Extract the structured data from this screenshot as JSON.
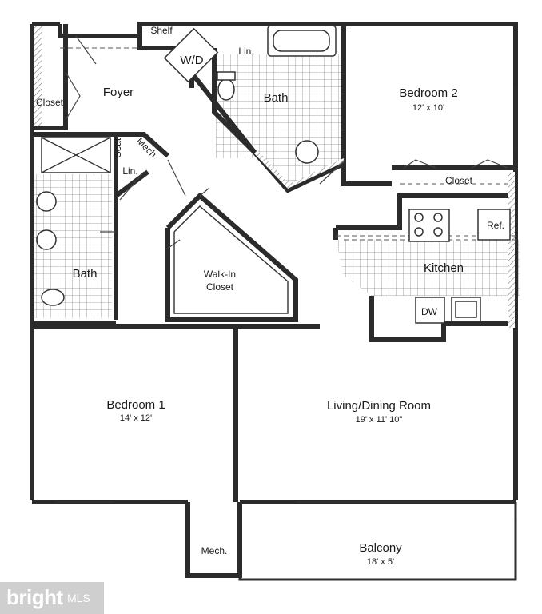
{
  "rooms": {
    "foyer": {
      "label": "Foyer"
    },
    "closet_foyer": {
      "label": "Closet"
    },
    "shelf": {
      "label": "Shelf"
    },
    "washer_dryer": {
      "label": "W/D"
    },
    "linen_top": {
      "label": "Lin."
    },
    "bath_top": {
      "label": "Bath"
    },
    "bedroom2": {
      "label": "Bedroom 2",
      "dims": "12' x 10'"
    },
    "closet_bed2": {
      "label": "Closet"
    },
    "seat": {
      "label": "Seat"
    },
    "mech_top": {
      "label": "Mech"
    },
    "linen_left": {
      "label": "Lin."
    },
    "bath_left": {
      "label": "Bath"
    },
    "walkin_closet": {
      "label_line1": "Walk-In",
      "label_line2": "Closet"
    },
    "refrigerator": {
      "label": "Ref."
    },
    "kitchen": {
      "label": "Kitchen"
    },
    "dishwasher": {
      "label": "DW"
    },
    "bedroom1": {
      "label": "Bedroom 1",
      "dims": "14' x 12'"
    },
    "living_dining": {
      "label": "Living/Dining Room",
      "dims": "19' x 11' 10\""
    },
    "mech_bottom": {
      "label": "Mech."
    },
    "balcony": {
      "label": "Balcony",
      "dims": "18' x 5'"
    }
  },
  "watermark": {
    "brand": "bright",
    "suffix": "MLS"
  }
}
